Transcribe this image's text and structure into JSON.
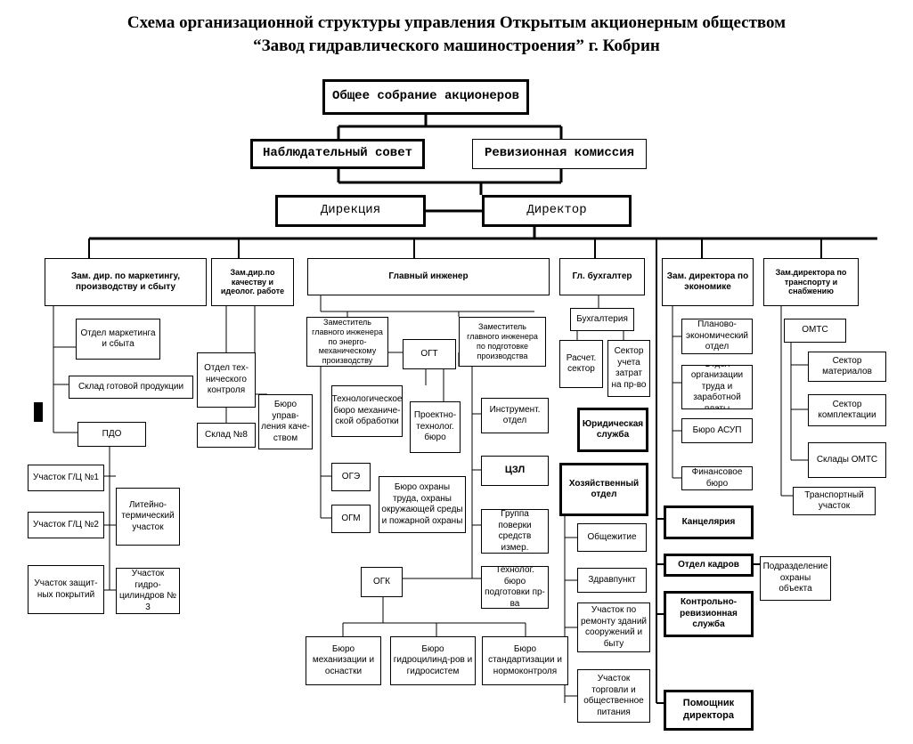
{
  "title": {
    "line1": "Схема организационной структуры управления Открытым акционерным обществом",
    "line2": "“Завод гидравлического машиностроения” г. Кобрин"
  },
  "top": {
    "general_meeting": "Общее собрание акционеров",
    "supervisory_board": "Наблюдательный совет",
    "audit_commission": "Ревизионная комиссия",
    "directorate": "Дирекция",
    "director": "Директор"
  },
  "deputies": {
    "marketing": "Зам. дир. по маркетингу, производству и сбыту",
    "quality": "Зам.дир.по качеству и идеолог. работе",
    "chief_engineer": "Главный инженер",
    "chief_accountant": "Гл. бухгалтер",
    "economics": "Зам. директора по экономике",
    "transport": "Зам.директора по транспорту и снабжению"
  },
  "marketing_branch": {
    "marketing_dept": "Отдел маркетинга и сбыта",
    "warehouse": "Склад готовой продукции",
    "pdo": "ПДО",
    "section1": "Участок Г/Ц №1",
    "section2": "Участок Г/Ц №2",
    "coating": "Участок защит-ных покрытий",
    "foundry": "Литейно-термический участок",
    "section3": "Участок гидро-цилиндров № 3"
  },
  "quality_branch": {
    "tech_control": "Отдел тех-нического контроля",
    "warehouse8": "Склад №8",
    "quality_bureau": "Бюро управ-ления каче-ством"
  },
  "engineer_branch": {
    "deputy_energy": "Заместитель главного инженера по энерго-механическому производству",
    "deputy_prep": "Заместитель главного инженера по подготовке производства",
    "ogt": "ОГТ",
    "tech_bureau_mech": "Технологическое бюро механиче-ской обработки",
    "design_tech_bureau": "Проектно-технолог. бюро",
    "instrument_dept": "Инструмент. отдел",
    "ogi": "ОГЭ",
    "ogm": "ОГМ",
    "labor_safety": "Бюро охраны труда, охраны окружающей среды и пожарной охраны",
    "czl": "ЦЗЛ",
    "verification_group": "Группа поверки средств измер.",
    "ogk": "ОГК",
    "tech_prep_bureau": "Технолог. бюро подготовки пр-ва",
    "mechanization_bureau": "Бюро механизации и оснастки",
    "hydro_bureau": "Бюро гидроцилинд-ров и гидросистем",
    "standards_bureau": "Бюро стандартизации и нормоконтроля"
  },
  "accountant_branch": {
    "accounting": "Бухгалтерия",
    "payroll": "Расчет. сектор",
    "cost_sector": "Сектор учета затрат на пр-во",
    "legal": "Юридическая служба",
    "household": "Хозяйственный отдел",
    "dormitory": "Общежитие",
    "health_post": "Здравпункт",
    "repair": "Участок по ремонту зданий сооружений и быту",
    "trade": "Участок торговли и общественное питания"
  },
  "economics_branch": {
    "planning": "Планово-экономический отдел",
    "labor_org": "Отдел организации труда и заработной платы",
    "asup": "Бюро АСУП",
    "finance": "Финансовое бюро"
  },
  "transport_branch": {
    "omts": "ОМТС",
    "materials": "Сектор материалов",
    "kits": "Сектор комплектации",
    "omts_warehouses": "Склады ОМТС",
    "transport_section": "Транспортный участок"
  },
  "director_direct": {
    "office": "Канцелярия",
    "hr": "Отдел кадров",
    "security": "Подразделение охраны объекта",
    "audit_service": "Контрольно-ревизионная служба",
    "assistant": "Помощник директора"
  }
}
